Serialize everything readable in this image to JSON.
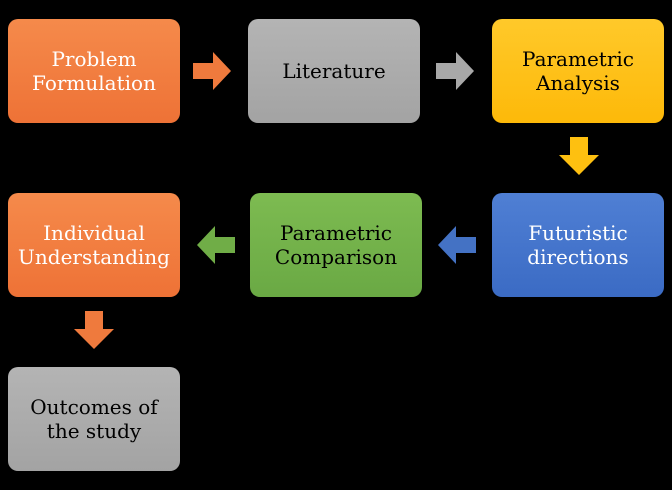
{
  "diagram": {
    "nodes": [
      {
        "id": "problem-formulation",
        "label": "Problem\nFormulation"
      },
      {
        "id": "literature",
        "label": "Literature"
      },
      {
        "id": "parametric-analysis",
        "label": "Parametric\nAnalysis"
      },
      {
        "id": "futuristic-directions",
        "label": "Futuristic\ndirections"
      },
      {
        "id": "parametric-comparison",
        "label": "Parametric\nComparison"
      },
      {
        "id": "individual-understanding",
        "label": "Individual\nUnderstanding"
      },
      {
        "id": "outcomes-of-the-study",
        "label": "Outcomes of\nthe study"
      }
    ],
    "edges": [
      {
        "from": "problem-formulation",
        "to": "literature"
      },
      {
        "from": "literature",
        "to": "parametric-analysis"
      },
      {
        "from": "parametric-analysis",
        "to": "futuristic-directions"
      },
      {
        "from": "futuristic-directions",
        "to": "parametric-comparison"
      },
      {
        "from": "parametric-comparison",
        "to": "individual-understanding"
      },
      {
        "from": "individual-understanding",
        "to": "outcomes-of-the-study"
      }
    ]
  },
  "colors": {
    "orange": "#ef7a3d",
    "gray": "#a8a8a8",
    "yellow": "#fec010",
    "blue": "#4472c4",
    "green": "#70ad47"
  }
}
